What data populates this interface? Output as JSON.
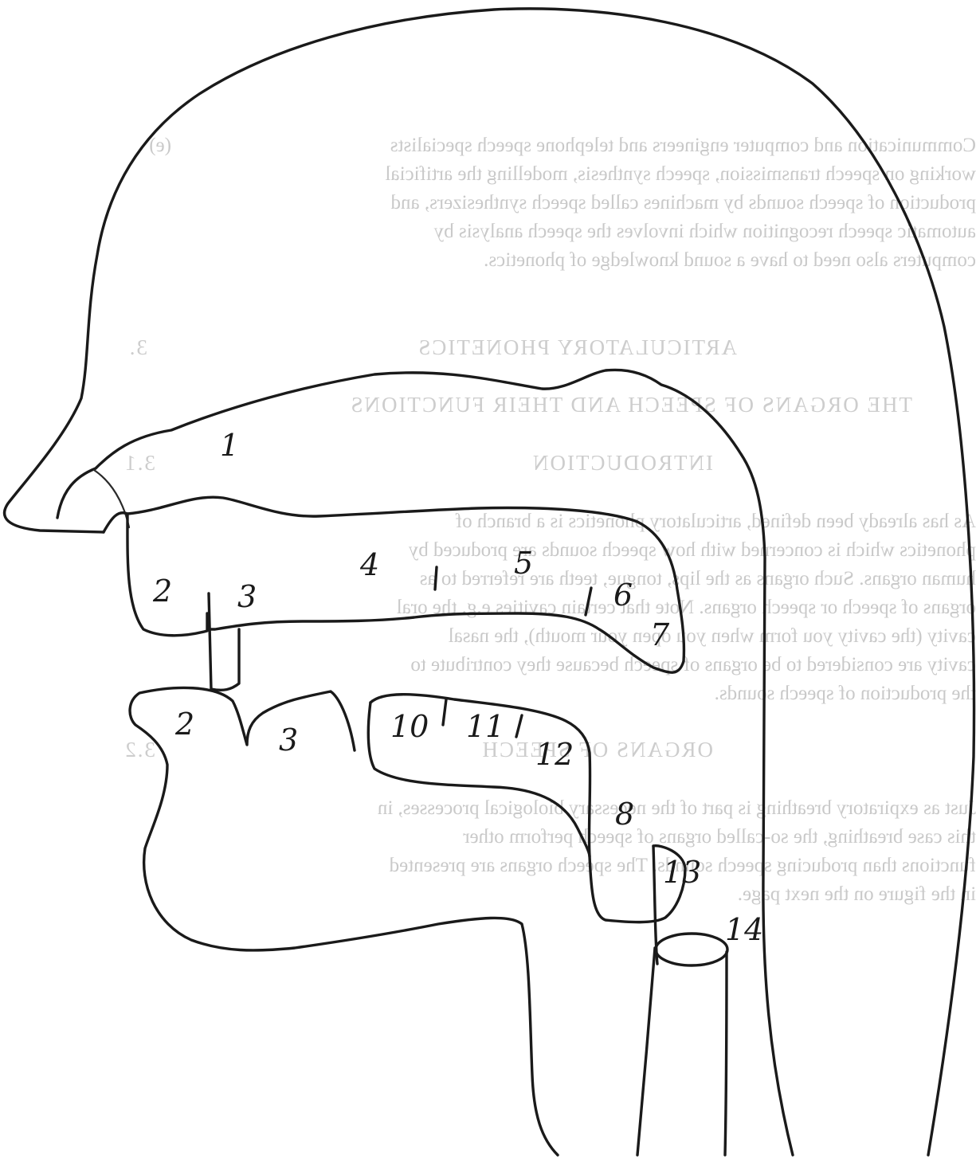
{
  "diagram": {
    "labels": [
      "1",
      "2",
      "3",
      "4",
      "5",
      "6",
      "7",
      "2",
      "3",
      "10",
      "11",
      "12",
      "8",
      "13",
      "14"
    ]
  },
  "bleed_through": {
    "item_e_marker": "(e)",
    "section_number": "3.",
    "section_title": "ARTICULATORY PHONETICS",
    "subtitle": "THE ORGANS OF SPEECH AND THEIR FUNCTIONS",
    "sub_3_1_number": "3.1",
    "sub_3_1_title": "INTRODUCTION",
    "sub_3_2_number": "3.2",
    "sub_3_2_title": "ORGANS OF SPEECH",
    "para_e": [
      "Communication and computer engineers and telephone speech specialists",
      "working on speech transmission, speech synthesis, modelling the artificial",
      "production of speech sounds by machines called speech synthesizers, and",
      "automatic speech recognition which involves the speech analysis by",
      "computers also need to have a sound knowledge of phonetics."
    ],
    "para_3_1": [
      "As has already been defined, articulatory phonetics is a branch of",
      "phonetics which is concerned with how speech sounds are produced by",
      "human organs. Such organs as the lips, tongue, teeth are referred to as",
      "organs of speech or speech organs. Note that certain cavities e.g. the oral",
      "cavity (the cavity you form when you open your mouth), the nasal",
      "cavity are considered to be organs of speech because they contribute to",
      "the production of speech sounds."
    ],
    "para_3_2": [
      "Just as expiratory breathing is part of the necessary biological processes, in",
      "this case breathing, the so-called organs of speech perform other",
      "functions than producing speech sounds. The speech organs are presented",
      "in the figure on the next page."
    ]
  }
}
